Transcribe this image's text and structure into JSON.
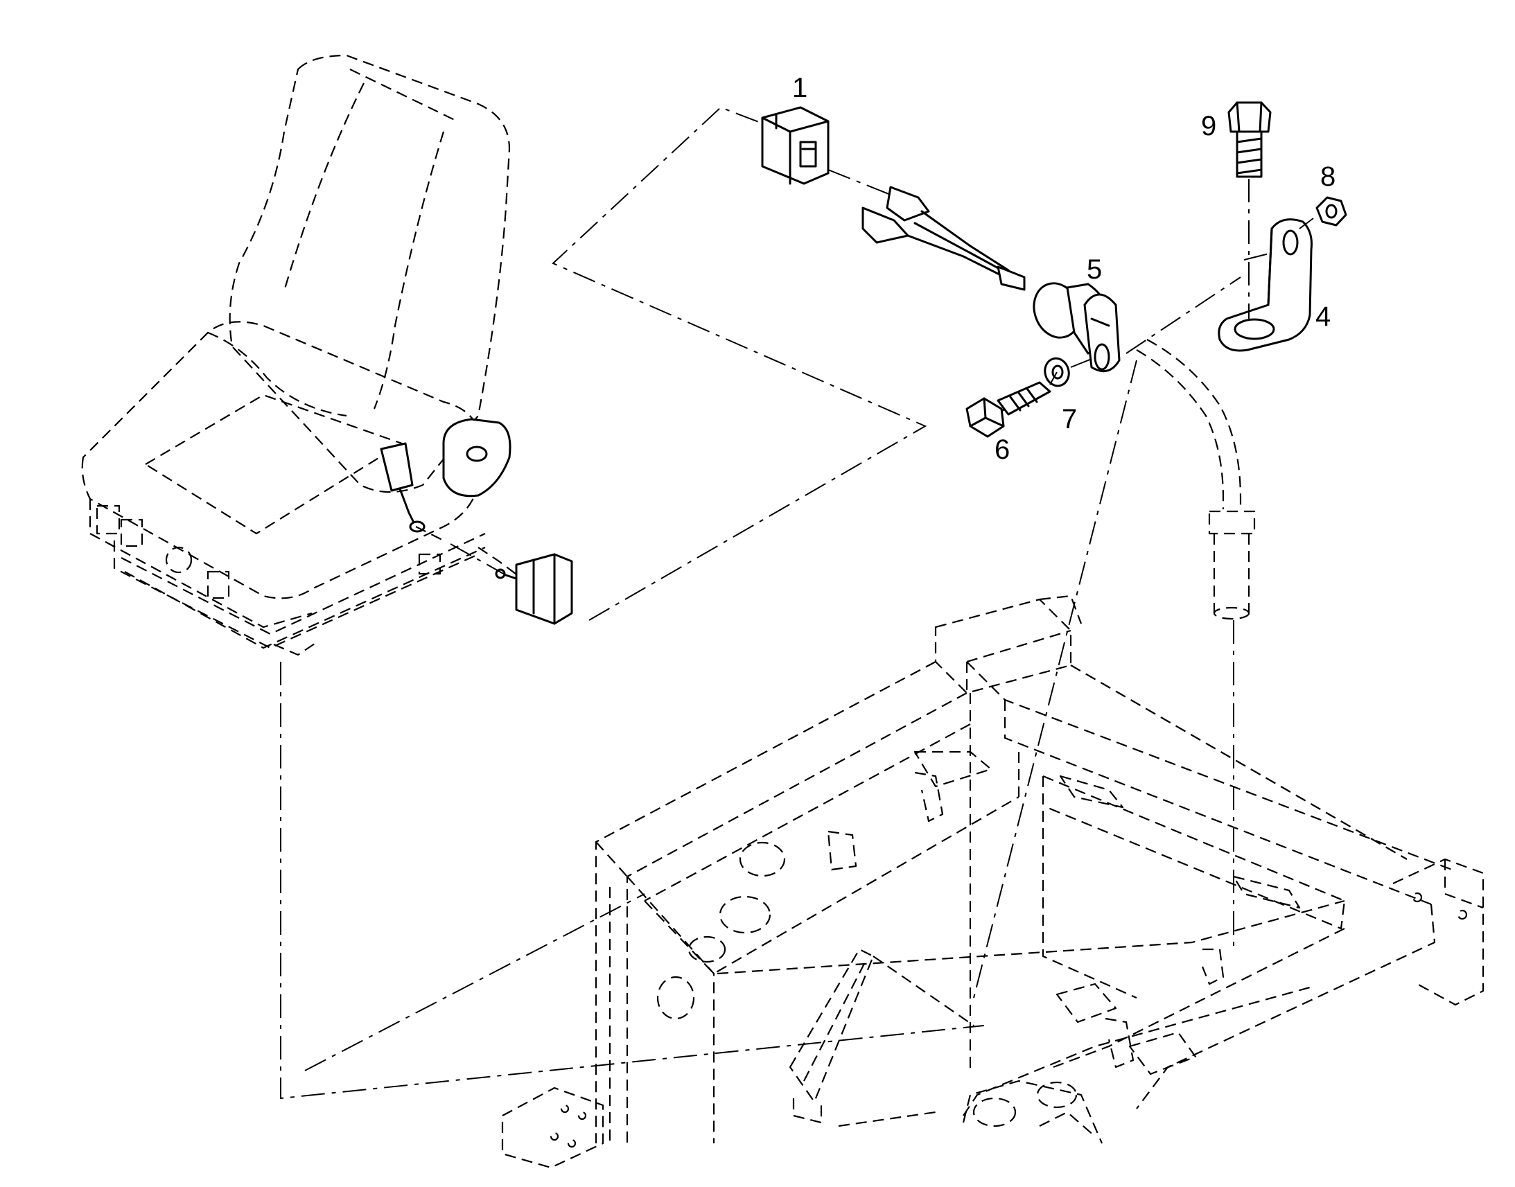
{
  "callouts": {
    "p1": "1",
    "p4": "4",
    "p5": "5",
    "p6": "6",
    "p7": "7",
    "p8": "8",
    "p9": "9"
  }
}
